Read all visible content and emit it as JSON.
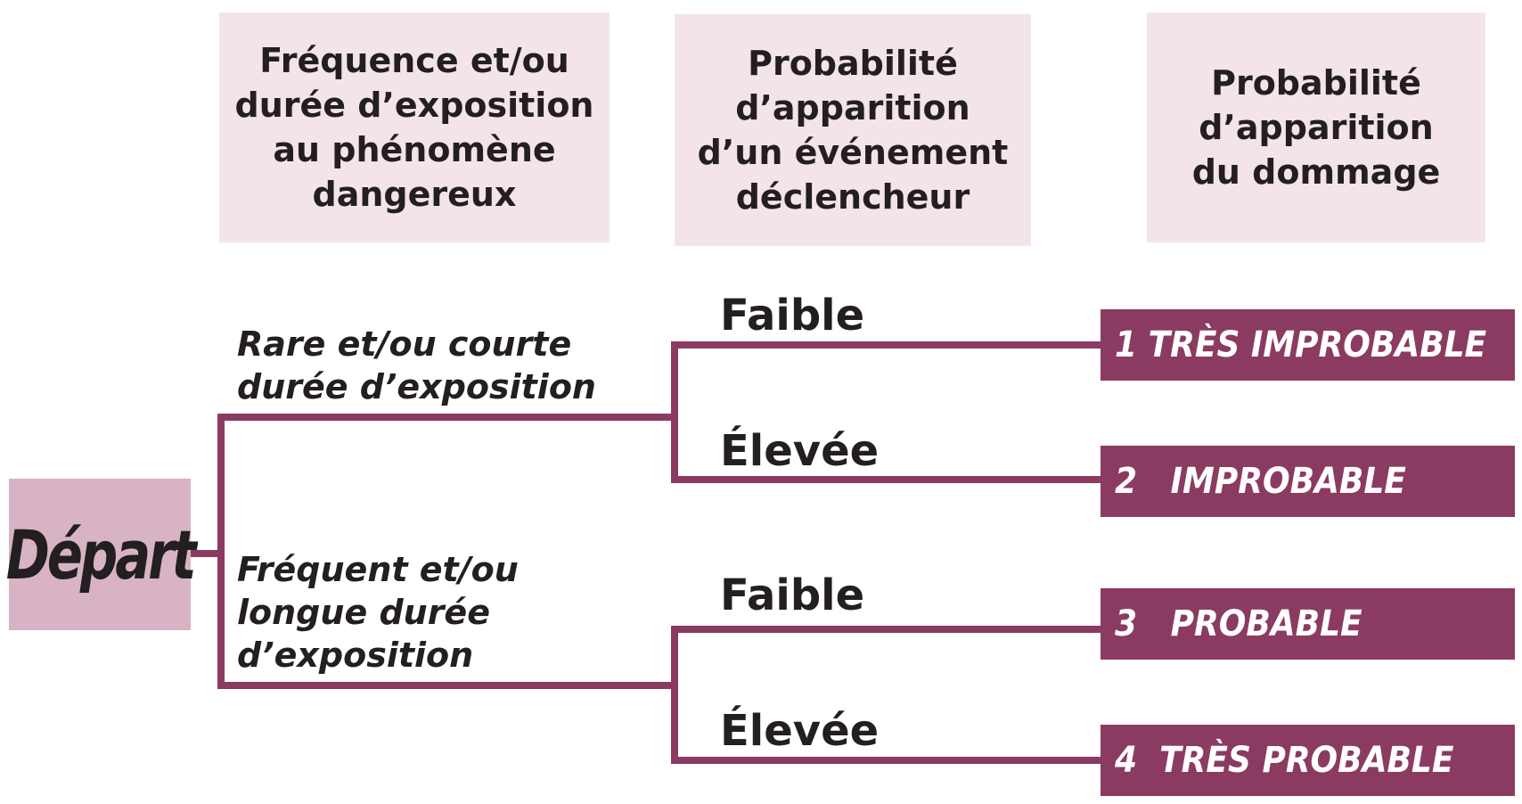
{
  "headers": {
    "col1": "Fréquence et/ou\ndurée d’exposition\nau phénomène\ndangereux",
    "col2": "Probabilité\nd’apparition\nd’un événement\ndéclencheur",
    "col3": "Probabilité\nd’apparition\ndu dommage"
  },
  "start": {
    "label": "Départ"
  },
  "exposure": [
    {
      "label": "Rare et/ou courte\ndurée d’exposition"
    },
    {
      "label": "Fréquent et/ou\nlongue durée\nd’exposition"
    }
  ],
  "levels": [
    {
      "label": "Faible"
    },
    {
      "label": "Élevée"
    },
    {
      "label": "Faible"
    },
    {
      "label": "Élevée"
    }
  ],
  "results": [
    {
      "label": "1 TRÈS IMPROBABLE"
    },
    {
      "label": "2   IMPROBABLE"
    },
    {
      "label": "3   PROBABLE"
    },
    {
      "label": "4  TRÈS PROBABLE"
    }
  ],
  "colors": {
    "header_bg": "#f3e4ea",
    "start_bg": "#d7b3c5",
    "branch_line": "#8b3b62",
    "result_bg": "#8b3b62",
    "result_text": "#ffffff"
  }
}
